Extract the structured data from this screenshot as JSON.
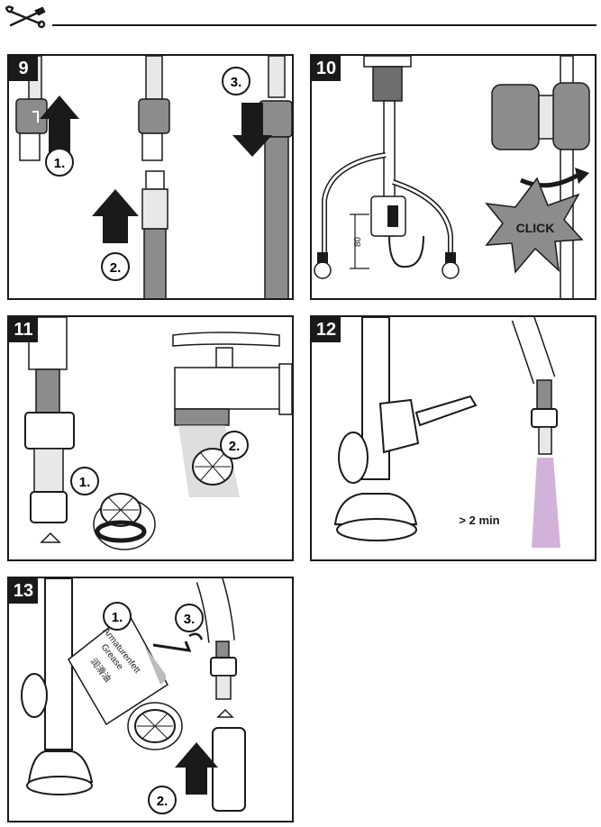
{
  "header": {
    "icon": "wrench-screwdriver-icon"
  },
  "steps": [
    {
      "number": "9",
      "labels": [
        "1.",
        "2.",
        "3."
      ]
    },
    {
      "number": "10",
      "dimension": "80",
      "click_text": "CLICK"
    },
    {
      "number": "11",
      "labels": [
        "1.",
        "2."
      ]
    },
    {
      "number": "12",
      "duration": "> 2 min"
    },
    {
      "number": "13",
      "labels": [
        "1.",
        "2.",
        "3."
      ],
      "grease_text": [
        "Armaturenfett",
        "Grease",
        "润滑油"
      ]
    }
  ],
  "colors": {
    "ink": "#1a1a1a",
    "pipe_gray": "#8c8c8c",
    "connector_gray": "#6e6e6e",
    "water_purple": "#c9a6d4"
  }
}
